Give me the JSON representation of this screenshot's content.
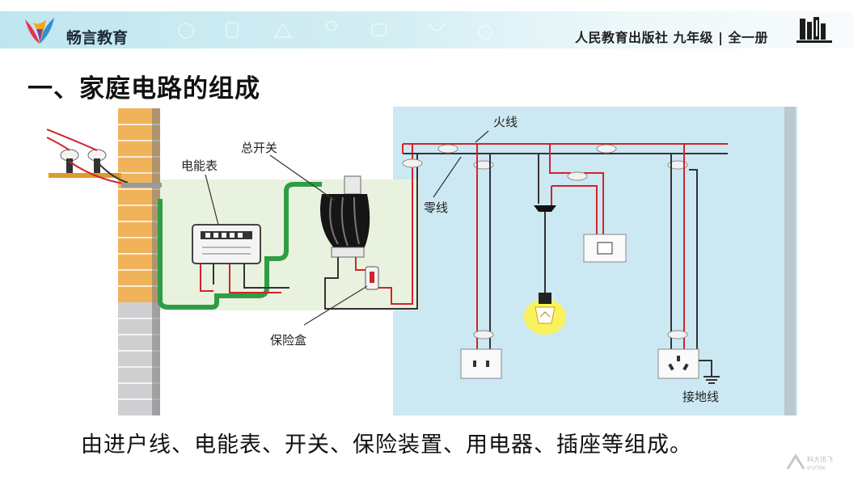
{
  "header": {
    "brand_name": "畅言教育",
    "publisher": "人民教育出版社 九年级 | 全一册",
    "logo_icon": "colorful-bird-logo-icon",
    "books_icon": "bookshelf-icon",
    "colors": {
      "bar": "#c8ebf1",
      "text": "#1c2a36"
    }
  },
  "section": {
    "title": "一、家庭电路的组成"
  },
  "diagram": {
    "labels": {
      "live_wire": "火线",
      "neutral_wire": "零线",
      "main_switch": "总开关",
      "meter": "电能表",
      "fuse_box": "保险盒",
      "ground": "接地线"
    },
    "colors": {
      "room": "#cce8f2",
      "brick": "#f0b35a",
      "live": "#d2232a",
      "neutral": "#222222",
      "service": "#2e9e44",
      "panel": "#e8f2df"
    }
  },
  "caption": {
    "text": "由进户线、电能表、开关、保险装置、用电器、插座等组成。"
  },
  "watermark": {
    "text": "科大讯飞",
    "sub": "IFLYTEK"
  }
}
